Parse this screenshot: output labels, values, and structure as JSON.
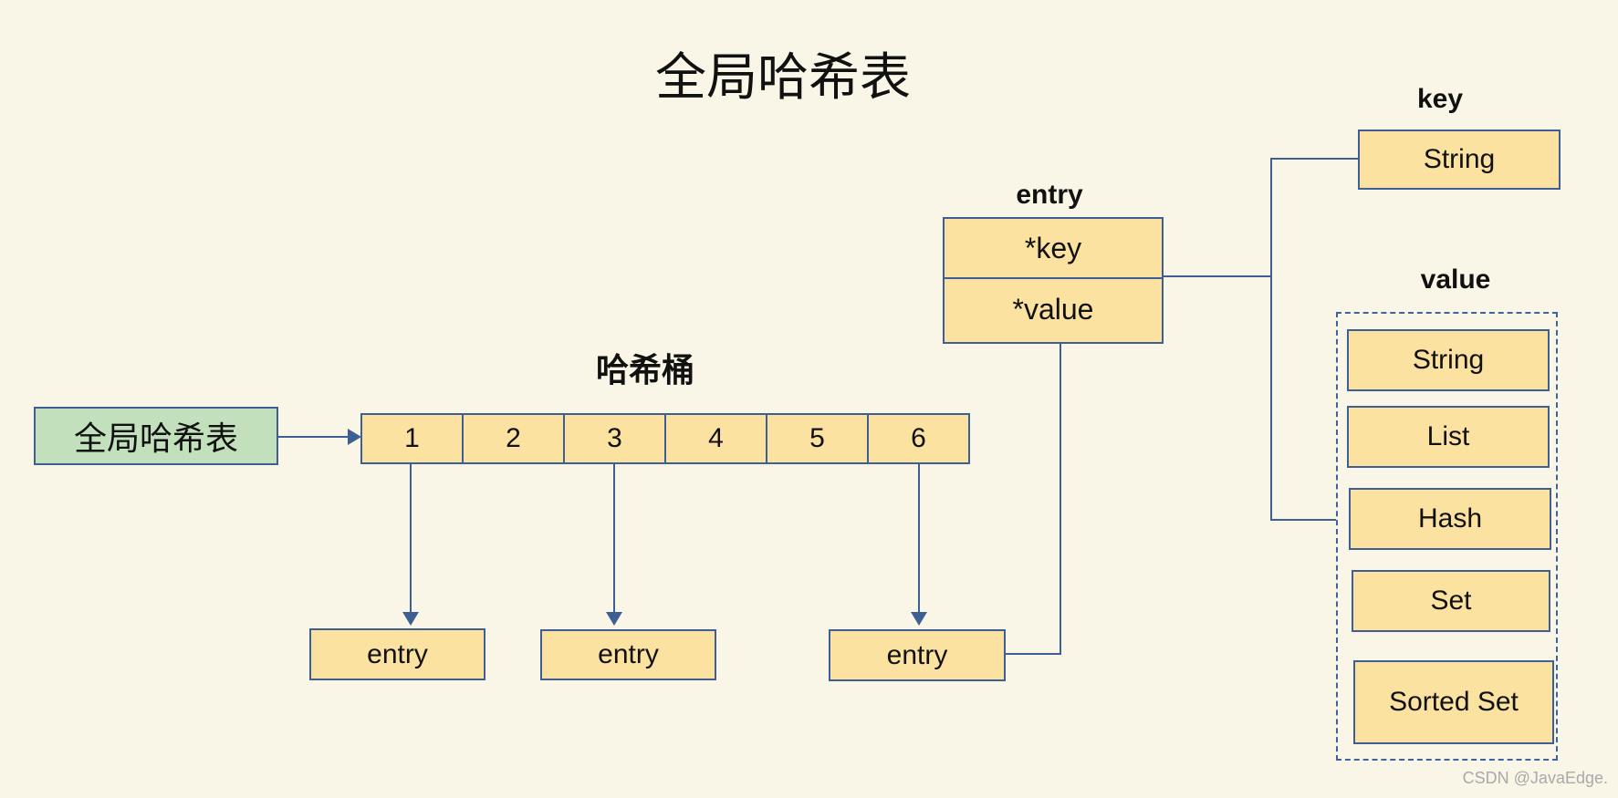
{
  "title": "全局哈希表",
  "colors": {
    "background": "#f9f6e7",
    "box_fill": "#fbe2a0",
    "box_border": "#3d5f94",
    "green_fill": "#c2e0bc",
    "line": "#3d5f94",
    "watermark": "#a9a9a9"
  },
  "global_table": {
    "label": "全局哈希表"
  },
  "hash_bucket": {
    "label": "哈希桶",
    "cells": [
      "1",
      "2",
      "3",
      "4",
      "5",
      "6"
    ]
  },
  "entries": {
    "labels": [
      "entry",
      "entry",
      "entry"
    ]
  },
  "entry_struct": {
    "label": "entry",
    "fields": [
      "*key",
      "*value"
    ]
  },
  "key_section": {
    "label": "key",
    "type": "String"
  },
  "value_section": {
    "label": "value",
    "types": [
      "String",
      "List",
      "Hash",
      "Set",
      "Sorted Set"
    ]
  },
  "watermark": "CSDN @JavaEdge."
}
